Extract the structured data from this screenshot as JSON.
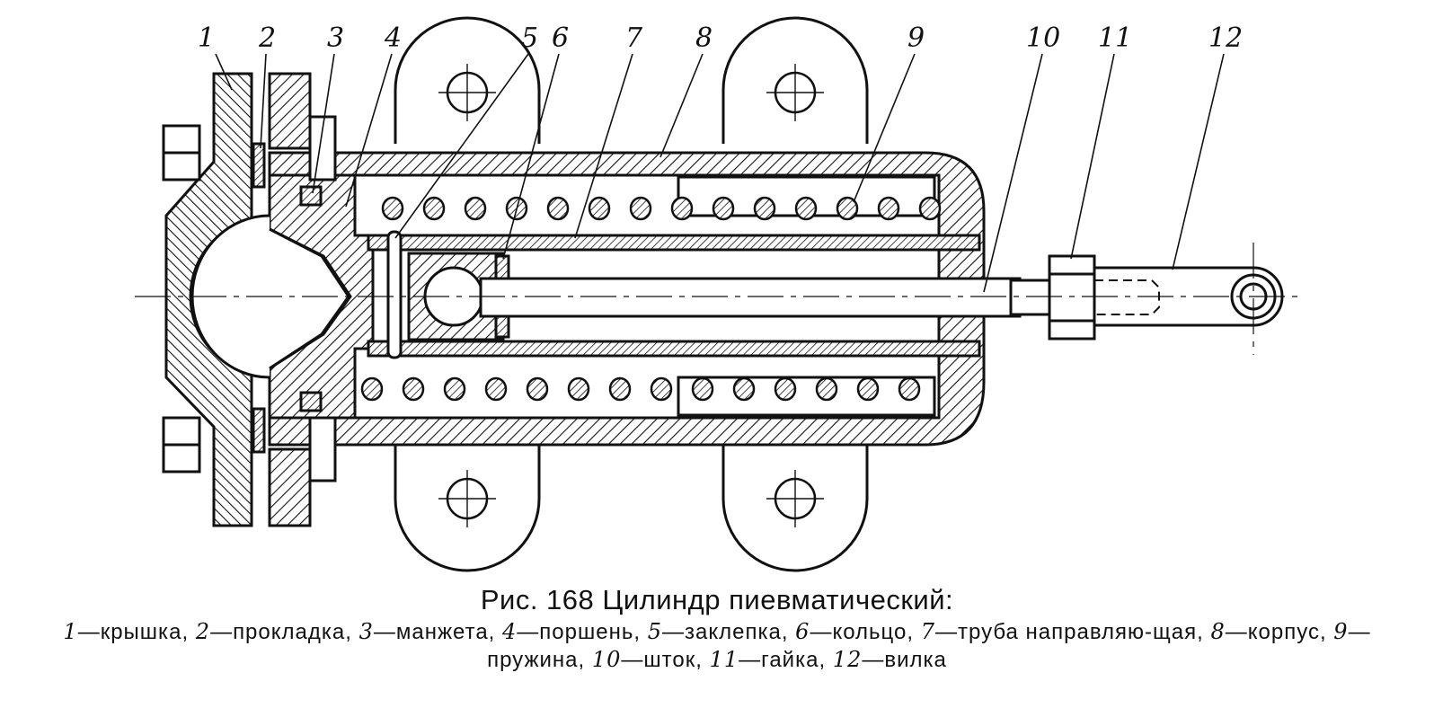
{
  "callouts": [
    "1",
    "2",
    "3",
    "4",
    "5",
    "6",
    "7",
    "8",
    "9",
    "10",
    "11",
    "12"
  ],
  "caption": {
    "title": "Рис. 168  Цилиндр пиевматический:",
    "legend": [
      {
        "n": "1",
        "t": "крышка"
      },
      {
        "n": "2",
        "t": "прокладка"
      },
      {
        "n": "3",
        "t": "манжета"
      },
      {
        "n": "4",
        "t": "поршень"
      },
      {
        "n": "5",
        "t": "заклепка"
      },
      {
        "n": "6",
        "t": "кольцо"
      },
      {
        "n": "7",
        "t": "труба направляю-щая"
      },
      {
        "n": "8",
        "t": "корпус"
      },
      {
        "n": "9",
        "t": "пружина"
      },
      {
        "n": "10",
        "t": "шток"
      },
      {
        "n": "11",
        "t": "гайка"
      },
      {
        "n": "12",
        "t": "вилка"
      }
    ]
  }
}
